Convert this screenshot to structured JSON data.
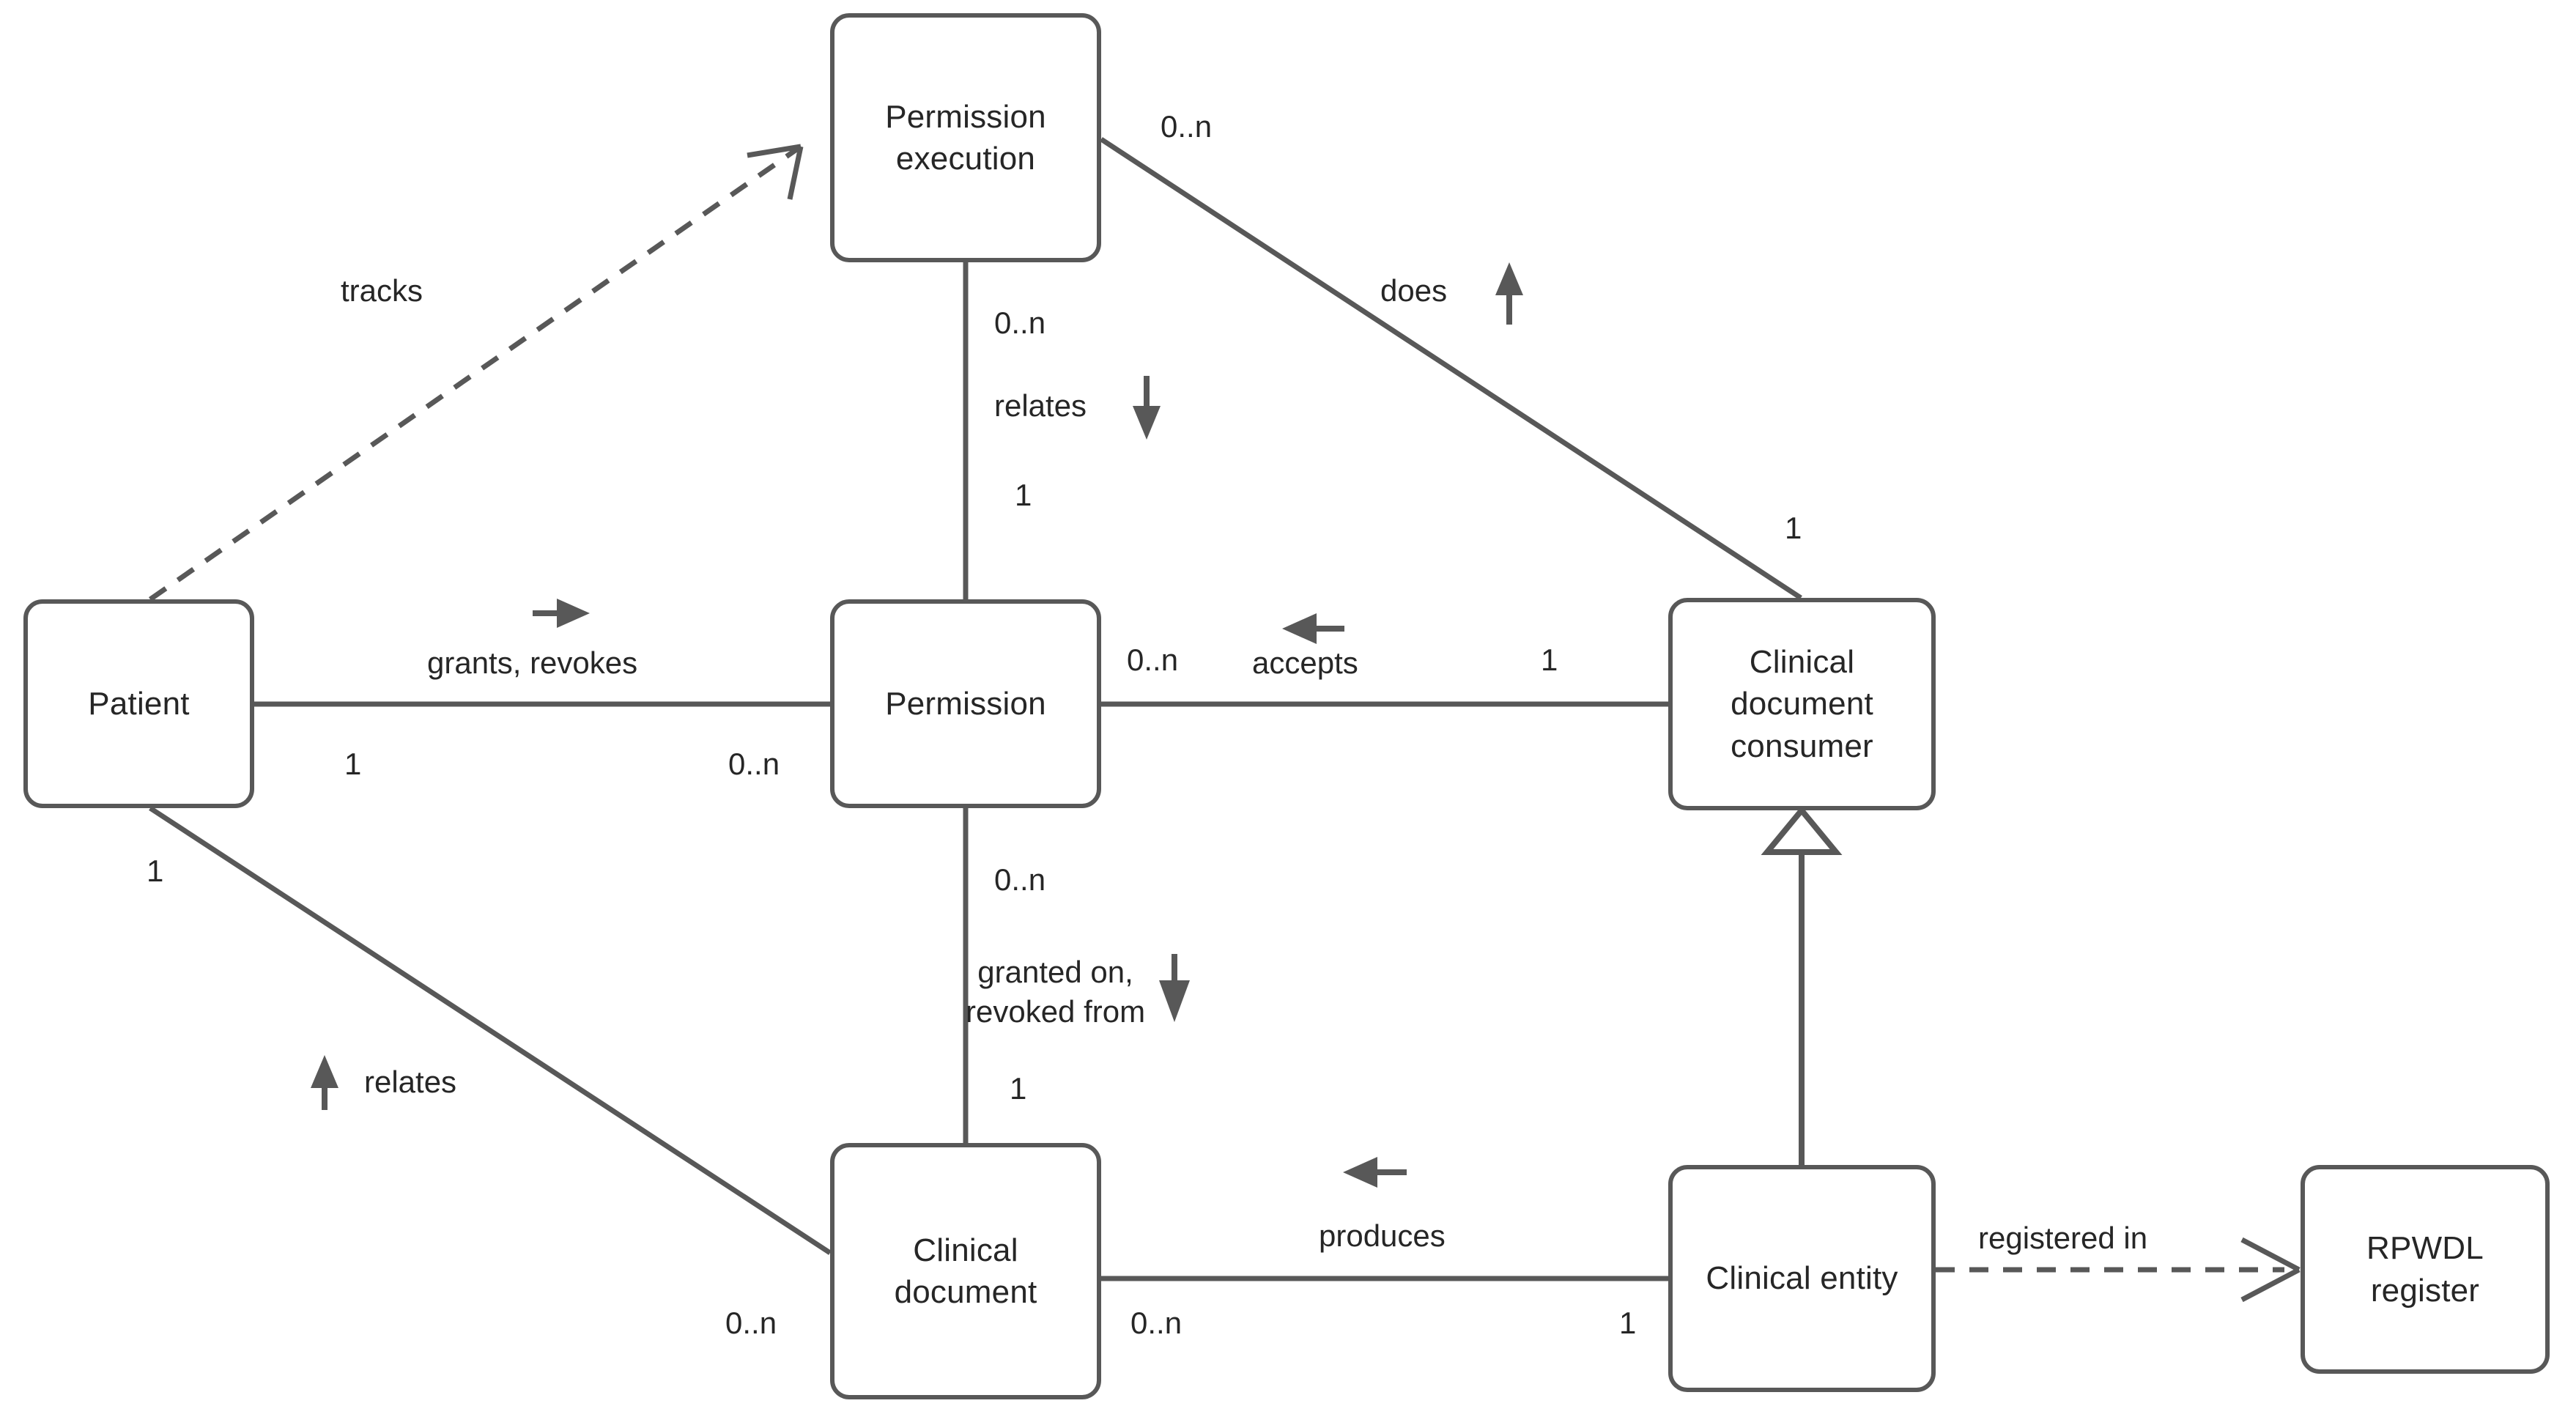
{
  "diagram": {
    "type": "entity-relationship-class-diagram",
    "background_color": "#ffffff",
    "stroke_color": "#585858",
    "text_color": "#262626"
  },
  "nodes": [
    {
      "id": "permission-execution",
      "label": "Permission\nexecution"
    },
    {
      "id": "patient",
      "label": "Patient"
    },
    {
      "id": "permission",
      "label": "Permission"
    },
    {
      "id": "clinical-document-consumer",
      "label": "Clinical\ndocument\nconsumer"
    },
    {
      "id": "clinical-document",
      "label": "Clinical\ndocument"
    },
    {
      "id": "clinical-entity",
      "label": "Clinical entity"
    },
    {
      "id": "rpwdl-register",
      "label": "RPWDL\nregister"
    }
  ],
  "edge_labels": {
    "tracks": "tracks",
    "does": "does",
    "relates_vertical": "relates",
    "grants_revokes": "grants, revokes",
    "accepts": "accepts",
    "granted_revoked": "granted on,\nrevoked from",
    "relates_diagonal": "relates",
    "produces": "produces",
    "registered_in": "registered in"
  },
  "multiplicities": {
    "pe_to_consumer_near_pe": "0..n",
    "pe_to_consumer_near_consumer": "1",
    "pe_to_permission_near_pe": "0..n",
    "pe_to_permission_near_permission": "1",
    "patient_to_permission_near_patient": "1",
    "patient_to_permission_near_permission": "0..n",
    "permission_to_consumer_near_permission": "0..n",
    "permission_to_consumer_near_consumer": "1",
    "patient_to_document_near_patient": "1",
    "patient_to_document_near_document": "0..n",
    "permission_to_document_near_permission": "0..n",
    "permission_to_document_near_document": "1",
    "document_to_entity_near_document": "0..n",
    "document_to_entity_near_entity": "1"
  }
}
